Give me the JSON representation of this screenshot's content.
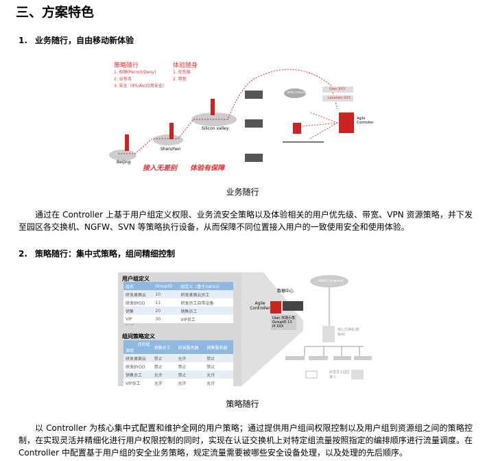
{
  "title": "三、方案特色",
  "sections": [
    {
      "num": "1.",
      "heading": "业务随行，自由移动新体验",
      "caption": "业务随行",
      "paragraph": "通过在 Controller 上基于用户组定义权限、业务流安全策略以及体验相关的用户优先级、带宽、VPN 资源策略，并下发至园区各交换机、NGFW、SVN 等策略执行设备，从而保障不同位置接入用户的一致使用安全和使用体验。"
    },
    {
      "num": "2.",
      "heading": "策略随行：集中式策略，组间精细控制",
      "caption": "策略随行",
      "paragraph": "以 Controller 为核心集中式配置和维护全网的用户策略；通过提供用户组间权限控制以及用户组到资源组之间的策略控制，在实现灵活并精细化进行用户权限控制的同时，实现在认证交换机上对特定组流量按照指定的编排顺序进行流量调度。在 Controller 中配置基于用户组的安全业务策略，规定流量需要被哪些安全设备处理，以及处理的先后顺序。"
    }
  ],
  "fig1": {
    "policy_title": "策略随行",
    "policy_items": [
      "1. 权限(Permit/Deny)",
      "2. 业务流",
      "3. 安全（IPS/AV/应用安全）"
    ],
    "exp_title": "体验随身",
    "exp_items": [
      "1. 优先级",
      "2. 带宽"
    ],
    "cities": [
      "Beijing",
      "Shenzhen",
      "Silicon valley"
    ],
    "slogans": [
      "接入无差别",
      "体验有保障"
    ],
    "wan": "WAN / Internet",
    "user": "User XXX",
    "location": "Location XXX",
    "controller": "Agile Controller"
  },
  "fig2": {
    "ug_title": "用户组定义",
    "ug_headers": [
      "组名",
      "GroupID",
      "组定义（基于5W1H）"
    ],
    "ug_rows": [
      [
        "研发桌面云",
        "10",
        "研发桌面云员工"
      ],
      [
        "研发BYOD",
        "11",
        "研发员工自带设备"
      ],
      [
        "销售",
        "20",
        "销售员工"
      ],
      [
        "VIP",
        "30",
        "VIP员工"
      ]
    ],
    "ellipsis": "··· ···",
    "gp_title": "组间策略定义",
    "gp_corner_top": "目的组",
    "gp_corner_bottom": "源组",
    "gp_headers": [
      "销售员工",
      "研发服务器",
      "销售服务器"
    ],
    "gp_rows": [
      [
        "研发桌面云",
        "禁止",
        "允许",
        "禁止"
      ],
      [
        "研发BYOD",
        "禁止",
        "禁止",
        "禁止"
      ],
      [
        "销售员工",
        "允许",
        "禁止",
        "允许"
      ],
      [
        "VIP员工",
        "允许",
        "允许",
        "允许"
      ]
    ],
    "dc": "数据中心",
    "controller": "Agile Controller",
    "user_card": [
      "User 市场小李",
      "GroupID 13",
      "IP XXX"
    ],
    "wan": "WAN / Internet",
    "switch_label": "核心交换机/随板AC",
    "endpoint": "研发员工园区接入"
  }
}
